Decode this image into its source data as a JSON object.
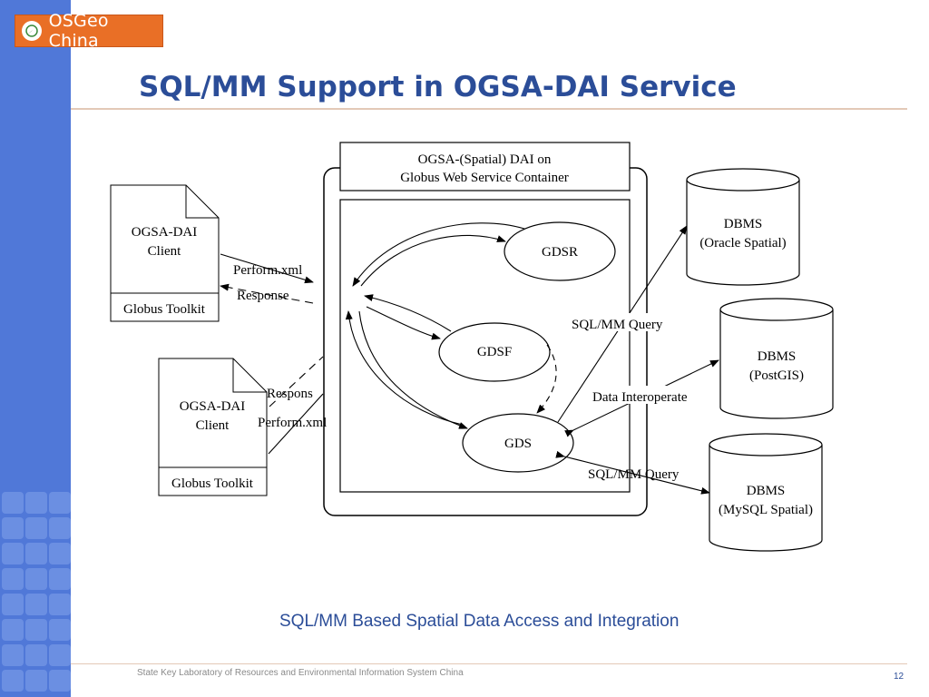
{
  "logo": {
    "text": "OSGeo China"
  },
  "slide": {
    "title": "SQL/MM Support in OGSA-DAI Service",
    "caption": "SQL/MM Based Spatial Data Access and Integration",
    "footer": "State Key Laboratory of Resources and Environmental Information System China",
    "page_number": "12"
  },
  "diagram": {
    "container": {
      "line1": "OGSA-(Spatial) DAI on",
      "line2": "Globus Web Service Container"
    },
    "client1": {
      "line1": "OGSA-DAI",
      "line2": "Client",
      "toolkit": "Globus Toolkit"
    },
    "client2": {
      "line1": "OGSA-DAI",
      "line2": "Client",
      "toolkit": "Globus Toolkit"
    },
    "services": {
      "gdsr": "GDSR",
      "gdsf": "GDSF",
      "gds": "GDS"
    },
    "labels": {
      "perform1": "Perform.xml",
      "response1": "Response",
      "response2": "Respons",
      "perform2": "Perform.xml",
      "sqlmm1": "SQL/MM Query",
      "interop": "Data Interoperate",
      "sqlmm2": "SQL/MM Query"
    },
    "dbms": [
      {
        "line1": "DBMS",
        "line2": "(Oracle Spatial)"
      },
      {
        "line1": "DBMS",
        "line2": "(PostGIS)"
      },
      {
        "line1": "DBMS",
        "line2": "(MySQL Spatial)"
      }
    ]
  }
}
